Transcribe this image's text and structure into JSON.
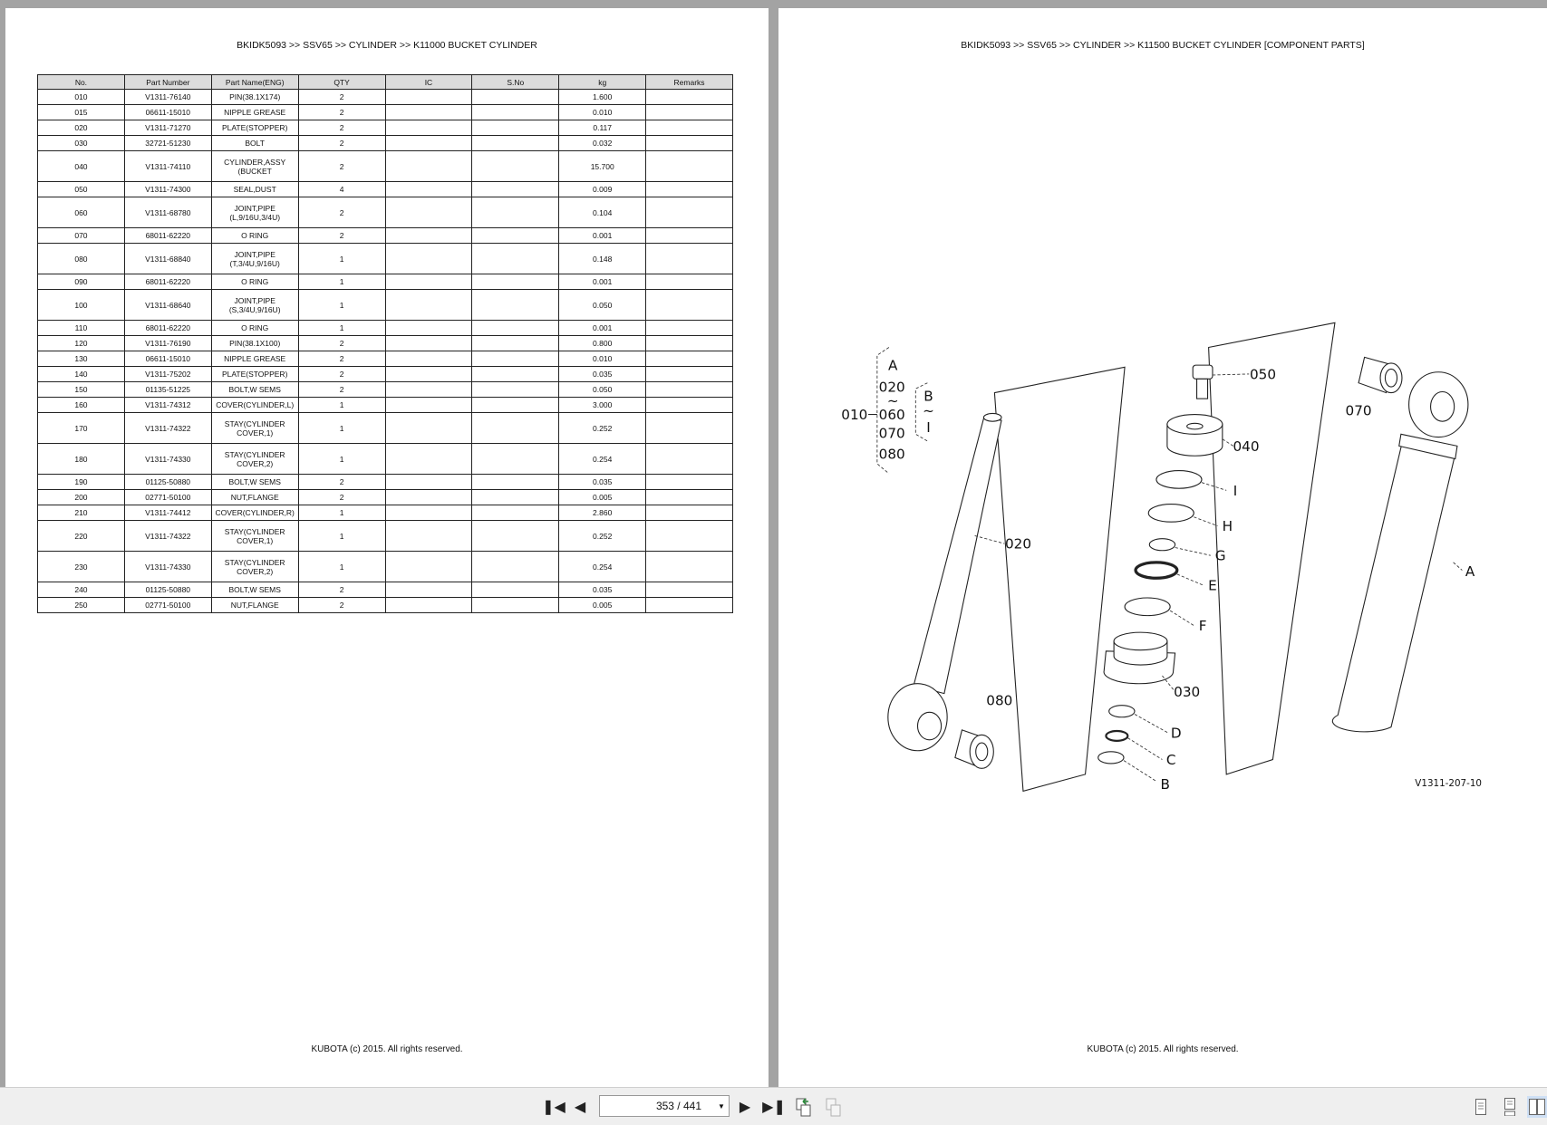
{
  "left_page": {
    "breadcrumb": "BKIDK5093 >> SSV65 >> CYLINDER >> K11000   BUCKET CYLINDER",
    "footer": "KUBOTA (c) 2015. All rights reserved.",
    "table": {
      "headers": [
        "No.",
        "Part Number",
        "Part Name(ENG)",
        "QTY",
        "IC",
        "S.No",
        "kg",
        "Remarks"
      ],
      "rows": [
        {
          "no": "010",
          "part": "V1311-76140",
          "name": [
            "PIN(38.1X174)"
          ],
          "qty": "2",
          "kg": "1.600"
        },
        {
          "no": "015",
          "part": "06611-15010",
          "name": [
            "NIPPLE GREASE"
          ],
          "qty": "2",
          "kg": "0.010"
        },
        {
          "no": "020",
          "part": "V1311-71270",
          "name": [
            "PLATE(STOPPER)"
          ],
          "qty": "2",
          "kg": "0.117"
        },
        {
          "no": "030",
          "part": "32721-51230",
          "name": [
            "BOLT"
          ],
          "qty": "2",
          "kg": "0.032"
        },
        {
          "no": "040",
          "part": "V1311-74110",
          "name": [
            "CYLINDER,ASSY",
            "(BUCKET"
          ],
          "qty": "2",
          "kg": "15.700"
        },
        {
          "no": "050",
          "part": "V1311-74300",
          "name": [
            "SEAL,DUST"
          ],
          "qty": "4",
          "kg": "0.009"
        },
        {
          "no": "060",
          "part": "V1311-68780",
          "name": [
            "JOINT,PIPE",
            "(L,9/16U,3/4U)"
          ],
          "qty": "2",
          "kg": "0.104"
        },
        {
          "no": "070",
          "part": "68011-62220",
          "name": [
            "O RING"
          ],
          "qty": "2",
          "kg": "0.001"
        },
        {
          "no": "080",
          "part": "V1311-68840",
          "name": [
            "JOINT,PIPE",
            "(T,3/4U,9/16U)"
          ],
          "qty": "1",
          "kg": "0.148"
        },
        {
          "no": "090",
          "part": "68011-62220",
          "name": [
            "O RING"
          ],
          "qty": "1",
          "kg": "0.001"
        },
        {
          "no": "100",
          "part": "V1311-68640",
          "name": [
            "JOINT,PIPE",
            "(S,3/4U,9/16U)"
          ],
          "qty": "1",
          "kg": "0.050"
        },
        {
          "no": "110",
          "part": "68011-62220",
          "name": [
            "O RING"
          ],
          "qty": "1",
          "kg": "0.001"
        },
        {
          "no": "120",
          "part": "V1311-76190",
          "name": [
            "PIN(38.1X100)"
          ],
          "qty": "2",
          "kg": "0.800"
        },
        {
          "no": "130",
          "part": "06611-15010",
          "name": [
            "NIPPLE GREASE"
          ],
          "qty": "2",
          "kg": "0.010"
        },
        {
          "no": "140",
          "part": "V1311-75202",
          "name": [
            "PLATE(STOPPER)"
          ],
          "qty": "2",
          "kg": "0.035"
        },
        {
          "no": "150",
          "part": "01135-51225",
          "name": [
            "BOLT,W SEMS"
          ],
          "qty": "2",
          "kg": "0.050"
        },
        {
          "no": "160",
          "part": "V1311-74312",
          "name": [
            "COVER(CYLINDER,L)"
          ],
          "qty": "1",
          "kg": "3.000"
        },
        {
          "no": "170",
          "part": "V1311-74322",
          "name": [
            "STAY(CYLINDER",
            "COVER,1)"
          ],
          "qty": "1",
          "kg": "0.252"
        },
        {
          "no": "180",
          "part": "V1311-74330",
          "name": [
            "STAY(CYLINDER",
            "COVER,2)"
          ],
          "qty": "1",
          "kg": "0.254"
        },
        {
          "no": "190",
          "part": "01125-50880",
          "name": [
            "BOLT,W SEMS"
          ],
          "qty": "2",
          "kg": "0.035"
        },
        {
          "no": "200",
          "part": "02771-50100",
          "name": [
            "NUT,FLANGE"
          ],
          "qty": "2",
          "kg": "0.005"
        },
        {
          "no": "210",
          "part": "V1311-74412",
          "name": [
            "COVER(CYLINDER,R)"
          ],
          "qty": "1",
          "kg": "2.860"
        },
        {
          "no": "220",
          "part": "V1311-74322",
          "name": [
            "STAY(CYLINDER",
            "COVER,1)"
          ],
          "qty": "1",
          "kg": "0.252"
        },
        {
          "no": "230",
          "part": "V1311-74330",
          "name": [
            "STAY(CYLINDER",
            "COVER,2)"
          ],
          "qty": "1",
          "kg": "0.254"
        },
        {
          "no": "240",
          "part": "01125-50880",
          "name": [
            "BOLT,W SEMS"
          ],
          "qty": "2",
          "kg": "0.035"
        },
        {
          "no": "250",
          "part": "02771-50100",
          "name": [
            "NUT,FLANGE"
          ],
          "qty": "2",
          "kg": "0.005"
        }
      ]
    }
  },
  "right_page": {
    "breadcrumb": "BKIDK5093 >> SSV65 >> CYLINDER >> K11500   BUCKET CYLINDER [COMPONENT PARTS]",
    "footer": "KUBOTA (c) 2015. All rights reserved.",
    "diagram": {
      "drawing_number": "V1311-207-10",
      "bracket": {
        "main": "010",
        "items": [
          "A",
          "020",
          "~",
          "060",
          "070",
          "080"
        ],
        "sub": [
          "B",
          "~",
          "I"
        ]
      },
      "callouts": [
        "050",
        "040",
        "I",
        "H",
        "G",
        "E",
        "F",
        "030",
        "D",
        "C",
        "B",
        "020",
        "080",
        "070",
        "A"
      ]
    }
  },
  "toolbar": {
    "page_indicator": "353 / 441",
    "icons": [
      "first-page-icon",
      "previous-page-icon",
      "next-page-icon",
      "last-page-icon",
      "previous-view-icon",
      "next-view-icon",
      "single-page-icon",
      "continuous-page-icon",
      "facing-pages-icon"
    ],
    "active_view": "facing-pages"
  }
}
